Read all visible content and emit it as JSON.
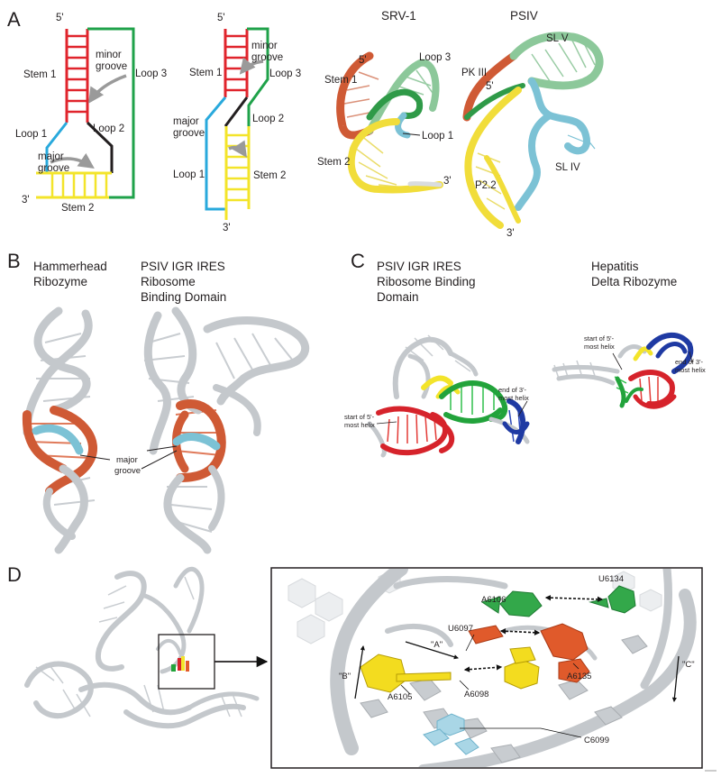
{
  "panels": {
    "A": {
      "letter": "A",
      "diagram1": {
        "five_prime": "5'",
        "three_prime": "3'",
        "stem1": "Stem 1",
        "stem2": "Stem 2",
        "loop1": "Loop 1",
        "loop2": "Loop 2",
        "loop3": "Loop 3",
        "minor1": "minor",
        "minor2": "groove",
        "major1": "major",
        "major2": "groove"
      },
      "diagram2": {
        "five_prime": "5'",
        "three_prime": "3'",
        "stem1": "Stem 1",
        "stem2": "Stem 2",
        "loop1": "Loop 1",
        "loop2": "Loop 2",
        "loop3": "Loop 3",
        "minor1": "minor",
        "minor2": "groove",
        "major1": "major",
        "major2": "groove"
      },
      "srv1": {
        "title": "SRV-1",
        "five_prime": "5'",
        "three_prime": "3'",
        "loop3": "Loop 3",
        "stem1": "Stem 1",
        "loop1": "Loop 1",
        "stem2": "Stem 2"
      },
      "psiv": {
        "title": "PSIV",
        "slv": "SL V",
        "pkiii": "PK III",
        "five_prime": "5'",
        "sliv": "SL IV",
        "p22": "P2.2",
        "three_prime": "3'"
      }
    },
    "B": {
      "letter": "B",
      "title1": [
        "Hammerhead",
        "Ribozyme"
      ],
      "title2": [
        "PSIV IGR IRES",
        "Ribosome",
        "Binding Domain"
      ],
      "annotation": [
        "major",
        "groove"
      ]
    },
    "C": {
      "letter": "C",
      "title1": [
        "PSIV IGR IRES",
        "Ribosome Binding",
        "Domain"
      ],
      "title2": [
        "Hepatitis",
        "Delta Ribozyme"
      ],
      "left_start": [
        "start of 5'-",
        "most helix"
      ],
      "left_end": [
        "end of 3'-",
        "most helix"
      ],
      "right_start": [
        "start of 5'-",
        "most helix"
      ],
      "right_end": [
        "end of 3'-",
        "most helix"
      ]
    },
    "D": {
      "letter": "D",
      "labels": {
        "a6106": "A6106",
        "u6134": "U6134",
        "u6097": "U6097",
        "a": "\"A\"",
        "a6135": "A6135",
        "b": "\"B\"",
        "c": "\"C\"",
        "a6105": "A6105",
        "a6098": "A6098",
        "c6099": "C6099"
      }
    }
  },
  "colors": {
    "red": "#e0242c",
    "yellow": "#f3e42a",
    "blue": "#29a9dc",
    "green": "#1fa24a",
    "black": "#231f20",
    "gray": "#c4c8cc",
    "orange": "#cf5a35",
    "cyan": "#7cc2d5",
    "navy": "#1f3aa3",
    "dkgreen": "#22a33b"
  }
}
